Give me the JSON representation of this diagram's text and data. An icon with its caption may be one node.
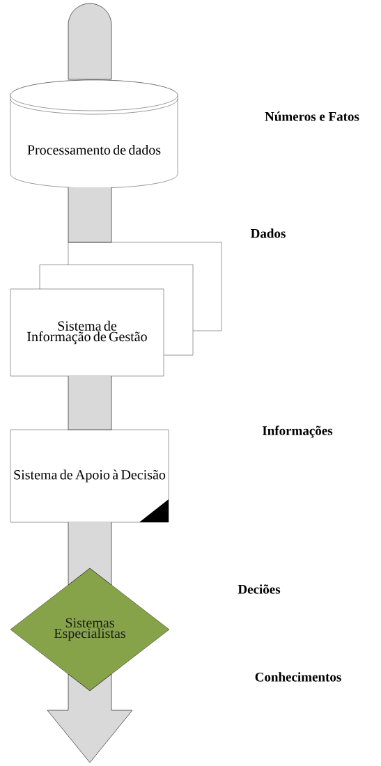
{
  "diagram": {
    "nodes": [
      {
        "text": [
          "Processamento de dados"
        ]
      },
      {
        "text": [
          "Sistema de Informação de Gestão"
        ]
      },
      {
        "text": [
          "Sistema de Apoio à Decisão"
        ]
      },
      {
        "text": [
          "Sistemas Especialistas"
        ]
      }
    ],
    "edges": [
      {
        "from": null,
        "to": 0,
        "arrow": "none"
      },
      {
        "from": 0,
        "to": 1,
        "arrow": "none"
      },
      {
        "from": 1,
        "to": 2,
        "arrow": "none"
      },
      {
        "from": 2,
        "to": 3,
        "arrow": "none"
      },
      {
        "from": 3,
        "to": null,
        "arrow": "to"
      }
    ],
    "labels": [
      "Números e Fatos",
      "Dados",
      "Informações",
      "Deciões",
      "Conhecimentos"
    ]
  }
}
